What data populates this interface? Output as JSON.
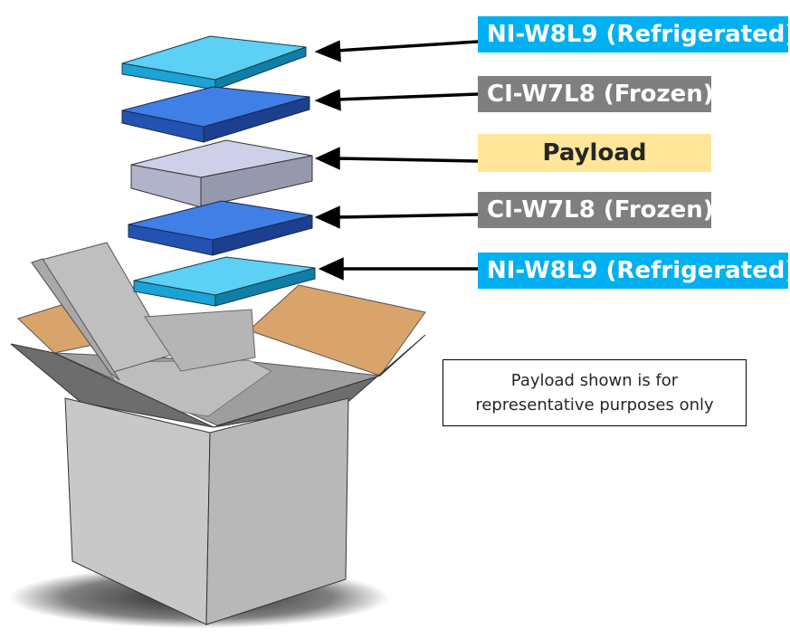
{
  "labels": [
    {
      "text": "NI-W8L9 (Refrigerated)",
      "color": "#00b0f0"
    },
    {
      "text": "CI-W7L8 (Frozen)",
      "color": "#7f7f7f"
    },
    {
      "text": "Payload",
      "color": "#ffe699"
    },
    {
      "text": "CI-W7L8 (Frozen)",
      "color": "#7f7f7f"
    },
    {
      "text": "NI-W8L9 (Refrigerated)",
      "color": "#00b0f0"
    }
  ],
  "note": {
    "line1": "Payload shown is for",
    "line2": "representative purposes only"
  },
  "colors": {
    "refrigerated_pack": "#3cc3f0",
    "frozen_pack": "#2f6fdc",
    "payload_block": "#c8cbe2",
    "box_grey": "#c9c9c9",
    "box_flap_cardboard": "#d9a46b"
  }
}
